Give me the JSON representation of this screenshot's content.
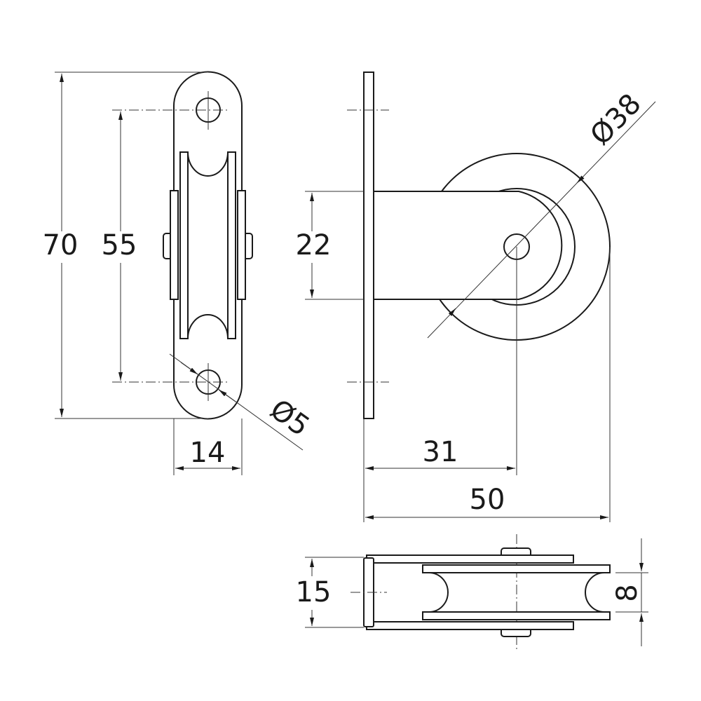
{
  "dimensions": {
    "height_total": "70",
    "hole_spacing": "55",
    "plate_width": "14",
    "hole_diameter": "Ø5",
    "bracket_height": "22",
    "axle_offset": "31",
    "total_depth": "50",
    "wheel_diameter": "Ø38",
    "body_width": "15",
    "groove_width": "8"
  },
  "colors": {
    "line": "#1a1a1a",
    "background": "#ffffff"
  }
}
